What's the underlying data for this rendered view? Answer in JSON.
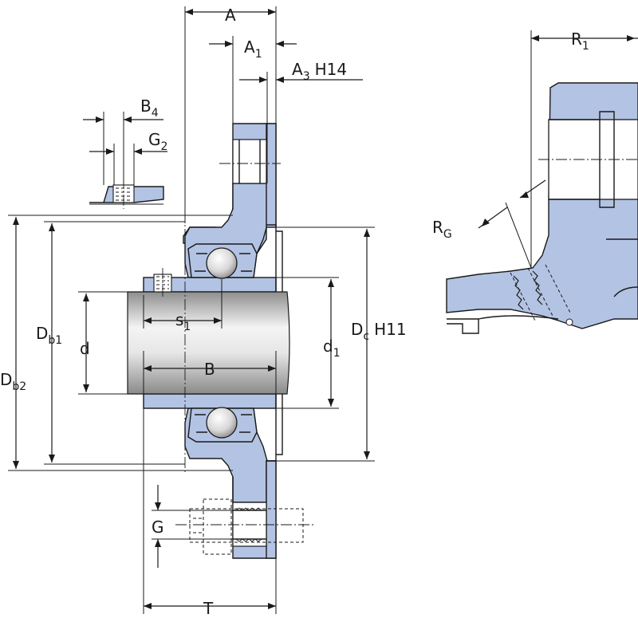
{
  "labels": {
    "A": "A",
    "A1": {
      "base": "A",
      "sub": "1"
    },
    "A3": {
      "base": "A",
      "sub": "3",
      "tol": "H14"
    },
    "B4": {
      "base": "B",
      "sub": "4"
    },
    "G2": {
      "base": "G",
      "sub": "2"
    },
    "R1": {
      "base": "R",
      "sub": "1"
    },
    "RG": {
      "base": "R",
      "sub": "G"
    },
    "Db1": {
      "base": "D",
      "sub": "b1"
    },
    "Db2": {
      "base": "D",
      "sub": "b2"
    },
    "d": "d",
    "s1": {
      "base": "s",
      "sub": "1"
    },
    "d1": {
      "base": "d",
      "sub": "1"
    },
    "Dc": {
      "base": "D",
      "sub": "c",
      "tol": "H11"
    },
    "B": "B",
    "G": "G",
    "T": "T"
  },
  "colors": {
    "housing_fill": "#b3c3e3",
    "line": "#1a1a1a",
    "shaft_light": "#f2f2f2",
    "shaft_dark": "#9a9a9a"
  }
}
